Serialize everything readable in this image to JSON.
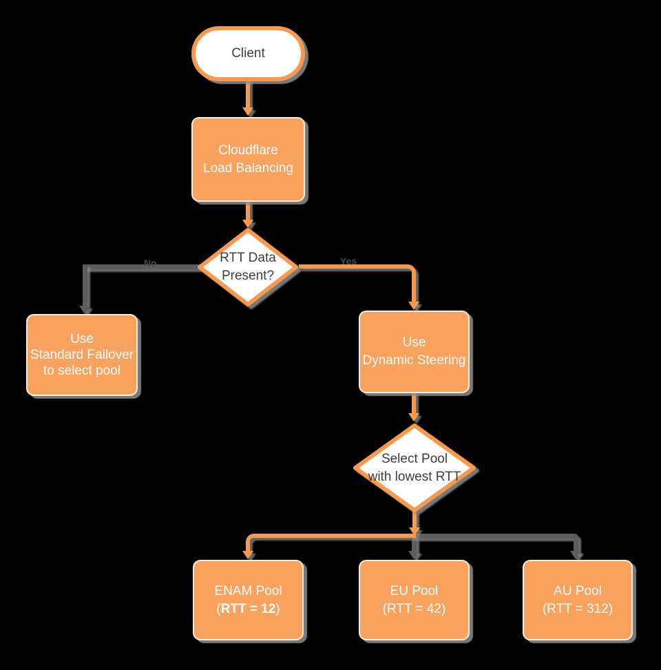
{
  "colors": {
    "background": "#000000",
    "node_fill_orange": "#F9A25E",
    "node_stroke_orange": "#F8994E",
    "connector_gray": "#5D5D5D",
    "shadow_gray": "#8E8E8E",
    "dark_text": "#3D3D3D",
    "node_text_white": "#FFFFFF"
  },
  "nodes": {
    "client": {
      "label": "Client"
    },
    "cloudflare_lb": {
      "line1": "Cloudflare",
      "line2": "Load Balancing"
    },
    "rtt_decision": {
      "line1": "RTT Data",
      "line2": "Present?"
    },
    "standard_failover": {
      "line1": "Use",
      "line2": "Standard Failover",
      "line3": "to select pool"
    },
    "dynamic_steering": {
      "line1": "Use",
      "line2": "Dynamic Steering"
    },
    "select_pool": {
      "line1": "Select Pool",
      "line2": "with lowest RTT"
    },
    "enam_pool": {
      "line1": "ENAM Pool",
      "line2_prefix": "(",
      "line2_bold": "RTT = 12",
      "line2_suffix": ")"
    },
    "eu_pool": {
      "line1": "EU Pool",
      "line2": "(RTT = 42)"
    },
    "au_pool": {
      "line1": "AU Pool",
      "line2": "(RTT = 312)"
    }
  },
  "edge_labels": {
    "no": "No",
    "yes": "Yes"
  }
}
